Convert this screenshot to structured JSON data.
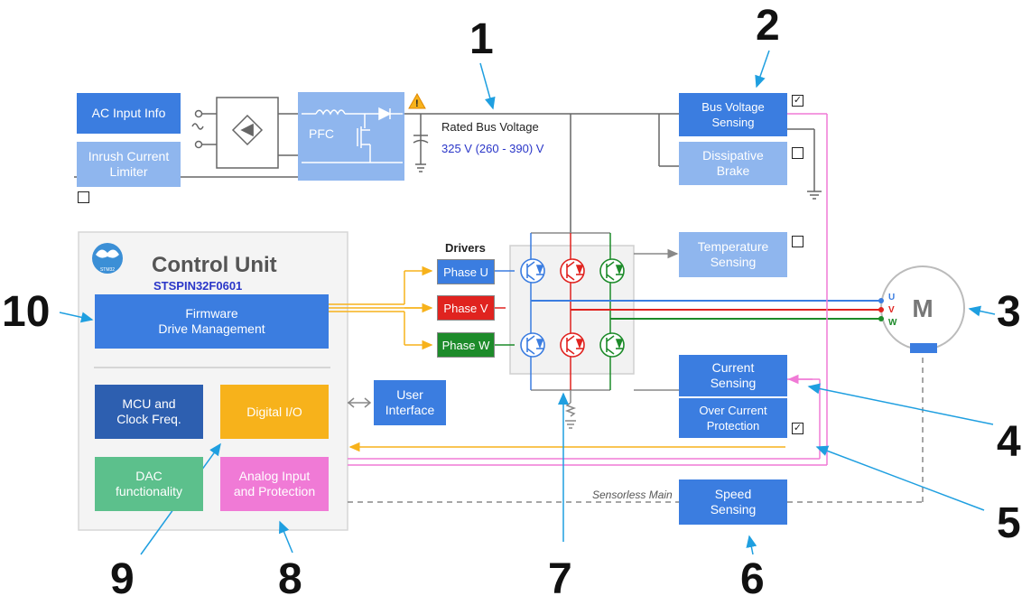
{
  "callouts": [
    "1",
    "2",
    "3",
    "4",
    "5",
    "6",
    "7",
    "8",
    "9",
    "10"
  ],
  "ac_input": "AC Input Info",
  "inrush": "Inrush Current\nLimiter",
  "pfc": "PFC",
  "rated_bus_voltage": "Rated Bus Voltage",
  "bus_voltage_value": "325 V (260 - 390) V",
  "bus_voltage_sensing": "Bus Voltage\nSensing",
  "dissipative_brake": "Dissipative\nBrake",
  "temperature_sensing": "Temperature\nSensing",
  "control_unit": {
    "title": "Control Unit",
    "part": "STSPIN32F0601",
    "logo": "STM32",
    "firmware": "Firmware\nDrive Management",
    "mcu": "MCU and\nClock Freq.",
    "digital_io": "Digital I/O",
    "dac": "DAC\nfunctionality",
    "analog": "Analog Input\nand Protection"
  },
  "user_interface": "User\nInterface",
  "drivers": {
    "title": "Drivers",
    "phase_u": "Phase U",
    "phase_v": "Phase V",
    "phase_w": "Phase W"
  },
  "current_sensing": "Current\nSensing",
  "over_current": "Over Current\nProtection",
  "speed_sensing": "Speed\nSensing",
  "sensorless": "Sensorless Main",
  "motor": {
    "label": "M",
    "u": "U",
    "v": "V",
    "w": "W"
  },
  "checkmark": "✓",
  "colors": {
    "blue": "#3b7de0",
    "red": "#e0231f",
    "green": "#1d8b2a",
    "orange": "#f7b21b",
    "pink": "#f07ad6",
    "callout": "#1f9fe0"
  }
}
